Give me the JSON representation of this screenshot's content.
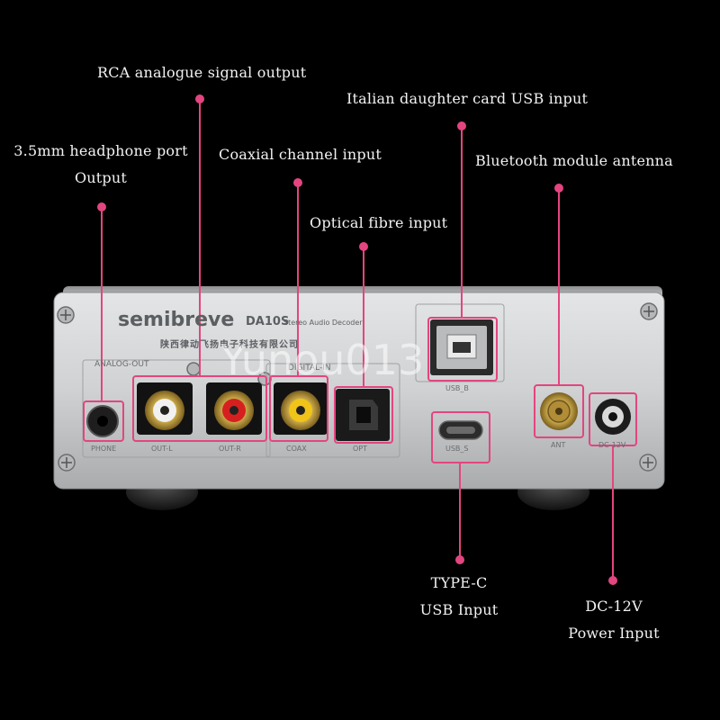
{
  "callouts": {
    "rca": "RCA analogue signal output",
    "usb_b": "Italian daughter card USB input",
    "headphone_line1": "3.5mm headphone port",
    "headphone_line2": "Output",
    "coaxial": "Coaxial channel input",
    "bluetooth": "Bluetooth module antenna",
    "optical": "Optical fibre input",
    "typec_line1": "TYPE-C",
    "typec_line2": "USB Input",
    "dc_line1": "DC-12V",
    "dc_line2": "Power Input"
  },
  "device": {
    "brand": "semibreve",
    "model": "DA10S",
    "model_desc": "Stereo Audio Decoder",
    "maker_cn": "陕西律动飞扬电子科技有限公司",
    "section_analog": "ANALOG-OUT",
    "section_digital": "DIGITAL-IN",
    "port_phone": "PHONE",
    "port_outl": "OUT-L",
    "port_outr": "OUT-R",
    "port_coax": "COAX",
    "port_opt": "OPT",
    "port_usbb": "USB_B",
    "port_usbs": "USB_S",
    "port_ant": "ANT",
    "port_dc": "DC-12V"
  },
  "watermark": "Yunou013",
  "colors": {
    "callout_line": "#e3457f",
    "panel": "#c9cbcd",
    "background": "#000000"
  }
}
